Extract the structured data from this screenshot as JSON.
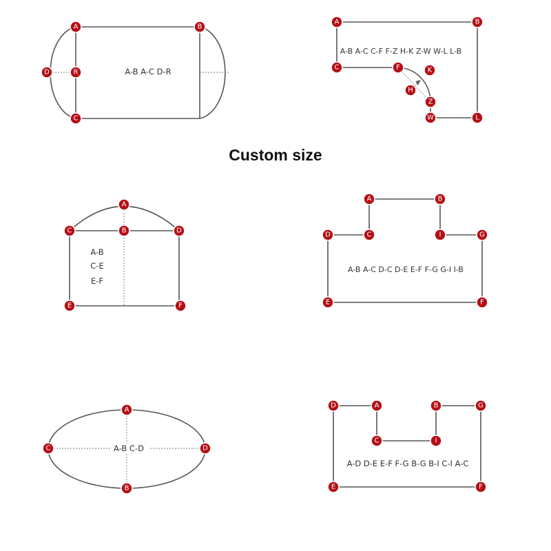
{
  "title": "Custom size",
  "colors": {
    "marker": "#b40f15",
    "outline": "#555555"
  },
  "shapes": [
    {
      "id": "rounded-ends",
      "points": [
        "A",
        "B",
        "R",
        "D",
        "C"
      ],
      "measurements": "A-B  A-C  D-R"
    },
    {
      "id": "l-shape-curved",
      "points": [
        "A",
        "B",
        "C",
        "F",
        "K",
        "H",
        "Z",
        "W",
        "L"
      ],
      "measurements": "A-B A-C C-F F-Z H-K Z-W W-L L-B"
    },
    {
      "id": "arched-top",
      "points": [
        "A",
        "C",
        "B",
        "D",
        "E",
        "F"
      ],
      "measurements": [
        "A-B",
        "C-E",
        "E-F"
      ]
    },
    {
      "id": "t-shape",
      "points": [
        "A",
        "B",
        "D",
        "C",
        "I",
        "G",
        "E",
        "F"
      ],
      "measurements": "A-B A-C D-C D-E E-F F-G G-I I-B"
    },
    {
      "id": "oval",
      "points": [
        "A",
        "C",
        "D",
        "B"
      ],
      "measurements": "A-B  C-D"
    },
    {
      "id": "u-shape",
      "points": [
        "D",
        "A",
        "B",
        "G",
        "C",
        "I",
        "E",
        "F"
      ],
      "measurements": "A-D D-E E-F F-G B-G B-I C-I A-C"
    }
  ]
}
